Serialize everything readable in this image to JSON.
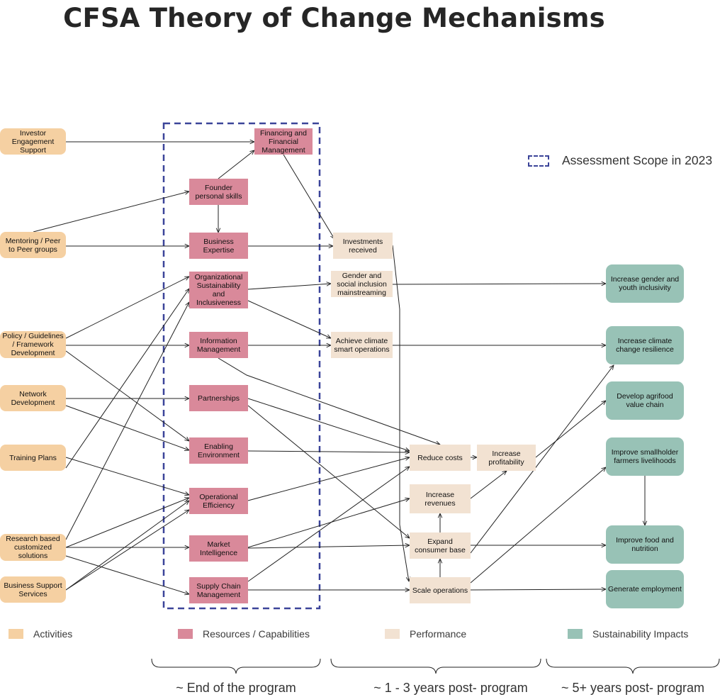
{
  "title": "CFSA Theory of Change Mechanisms",
  "scope_legend": "Assessment Scope in 2023",
  "colors": {
    "activities": "#f5d0a2",
    "resources": "#d9899a",
    "performance": "#f2e2d2",
    "impacts": "#98c2b6",
    "scope_border": "#3b4499"
  },
  "activities": {
    "investor": "Investor Engagement Support",
    "mentoring": "Mentoring / Peer to Peer groups",
    "policy": "Policy / Guidelines / Framework Development",
    "network": "Network Development",
    "training": "Training Plans",
    "research": "Research based customized solutions",
    "bizsupport": "Business Support Services"
  },
  "resources": {
    "financing": "Financing and Financial Management",
    "founder": "Founder personal skills",
    "bizexp": "Business Expertise",
    "orgsust": "Organizational Sustainability and Inclusiveness",
    "info": "Information Management",
    "partner": "Partnerships",
    "enabling": "Enabling Environment",
    "opeff": "Operational Efficiency",
    "market": "Market Intelligence",
    "supply": "Supply Chain Management"
  },
  "performance": {
    "invest": "Investments received",
    "gender": "Gender and social inclusion mainstreaming",
    "climate": "Achieve climate smart operations",
    "reduce": "Reduce costs",
    "profit": "Increase profitability",
    "revenue": "Increase revenues",
    "consumer": "Expand consumer base",
    "scale": "Scale operations"
  },
  "impacts": {
    "gender": "Increase gender and youth inclusivity",
    "climate": "Increase climate change resilience",
    "agrifood": "Develop agrifood value chain",
    "smallholder": "Improve smallholder farmers livelihoods",
    "food": "Improve food and nutrition",
    "employment": "Generate employment"
  },
  "legend": {
    "activities": "Activities",
    "resources": "Resources / Capabilities",
    "performance": "Performance",
    "impacts": "Sustainability Impacts"
  },
  "timeline": {
    "end_program": "~ End of the program",
    "post_1_3": "~ 1 - 3 years post- program",
    "post_5": "~ 5+ years post- program"
  }
}
